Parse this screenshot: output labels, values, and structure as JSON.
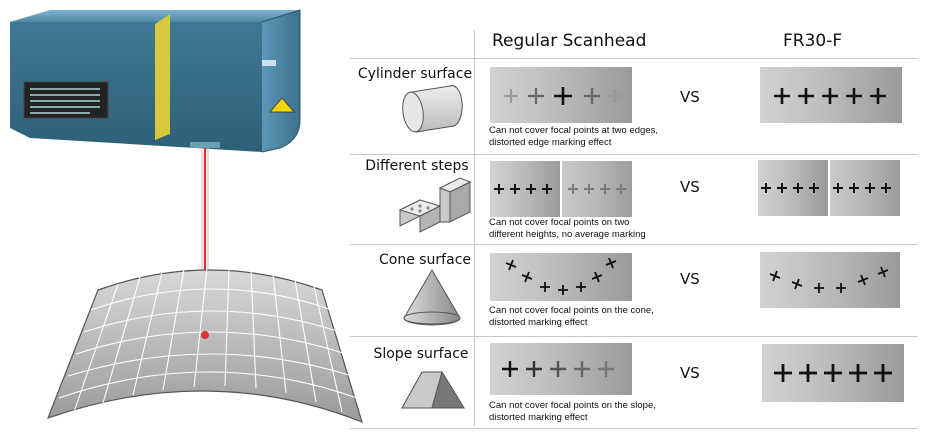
{
  "headers": {
    "left": "Regular Scanhead",
    "right": "FR30-F"
  },
  "rows": [
    {
      "label": "Cylinder surface",
      "caption_1": "Can not cover focal points at two edges,",
      "caption_2": "distorted edge marking effect",
      "vs": "VS"
    },
    {
      "label": "Different steps",
      "caption_1": "Can not cover focal points on two",
      "caption_2": "different heights, no average marking",
      "vs": "VS"
    },
    {
      "label": "Cone surface",
      "caption_1": "Can not cover focal points on the cone,",
      "caption_2": "distorted marking effect",
      "vs": "VS"
    },
    {
      "label": "Slope surface",
      "caption_1": "Can not cover focal points on the slope,",
      "caption_2": "distorted marking effect",
      "vs": "VS"
    }
  ],
  "colors": {
    "laser": "#e0303a",
    "device_body": "#4e8aa8",
    "accent": "#e8d84a"
  }
}
